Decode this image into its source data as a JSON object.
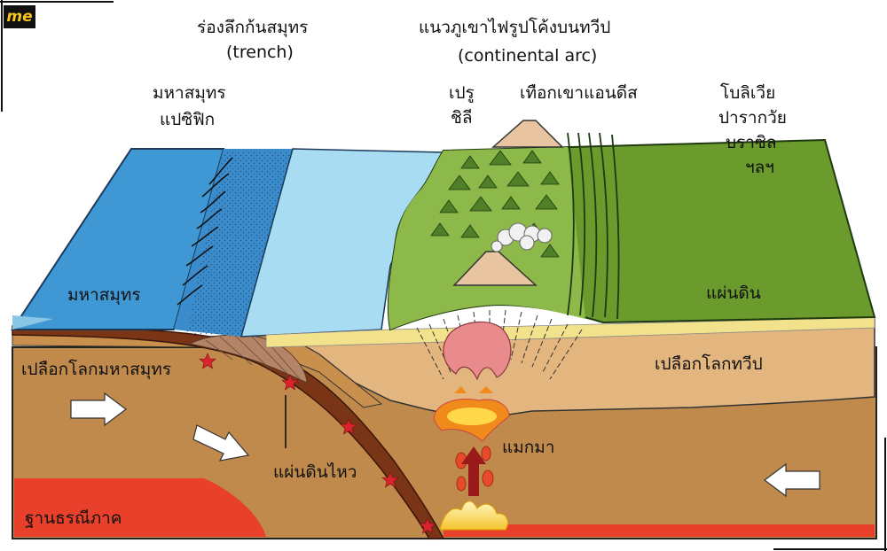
{
  "logo": {
    "text": "me"
  },
  "labels": {
    "trench_th": "ร่องลึกก้นสมุทร",
    "trench_en": "(trench)",
    "arc_th": "แนวภูเขาไฟรูปโค้งบนทวีป",
    "arc_en": "(continental arc)",
    "pacific_1": "มหาสมุทร",
    "pacific_2": "แปซิฟิก",
    "peru": "เปรู",
    "chile": "ชิลี",
    "andes": "เทือกเขาแอนดีส",
    "bolivia": "โบลิเวีย",
    "paraguay": "ปารากวัย",
    "brazil": "บราซิล",
    "etc": "ฯลฯ",
    "ocean": "มหาสมุทร",
    "land": "แผ่นดิน",
    "oceanic_crust": "เปลือกโลกมหาสมุทร",
    "continental_crust": "เปลือกโลกทวีป",
    "earthquake": "แผ่นดินไหว",
    "magma": "แมกมา",
    "asthenosphere": "ฐานธรณีภาค"
  },
  "colors": {
    "ocean_deep": "#3f97d3",
    "ocean_light": "#a8dcf2",
    "land_green": "#6a9b2c",
    "crust_tan": "#e3b680",
    "mantle_brown": "#bf8a4c",
    "slab": "#7a3416",
    "asthenosphere_red": "#e8402a",
    "magma_pink": "#e98a8c",
    "star_red": "#d8242a"
  }
}
